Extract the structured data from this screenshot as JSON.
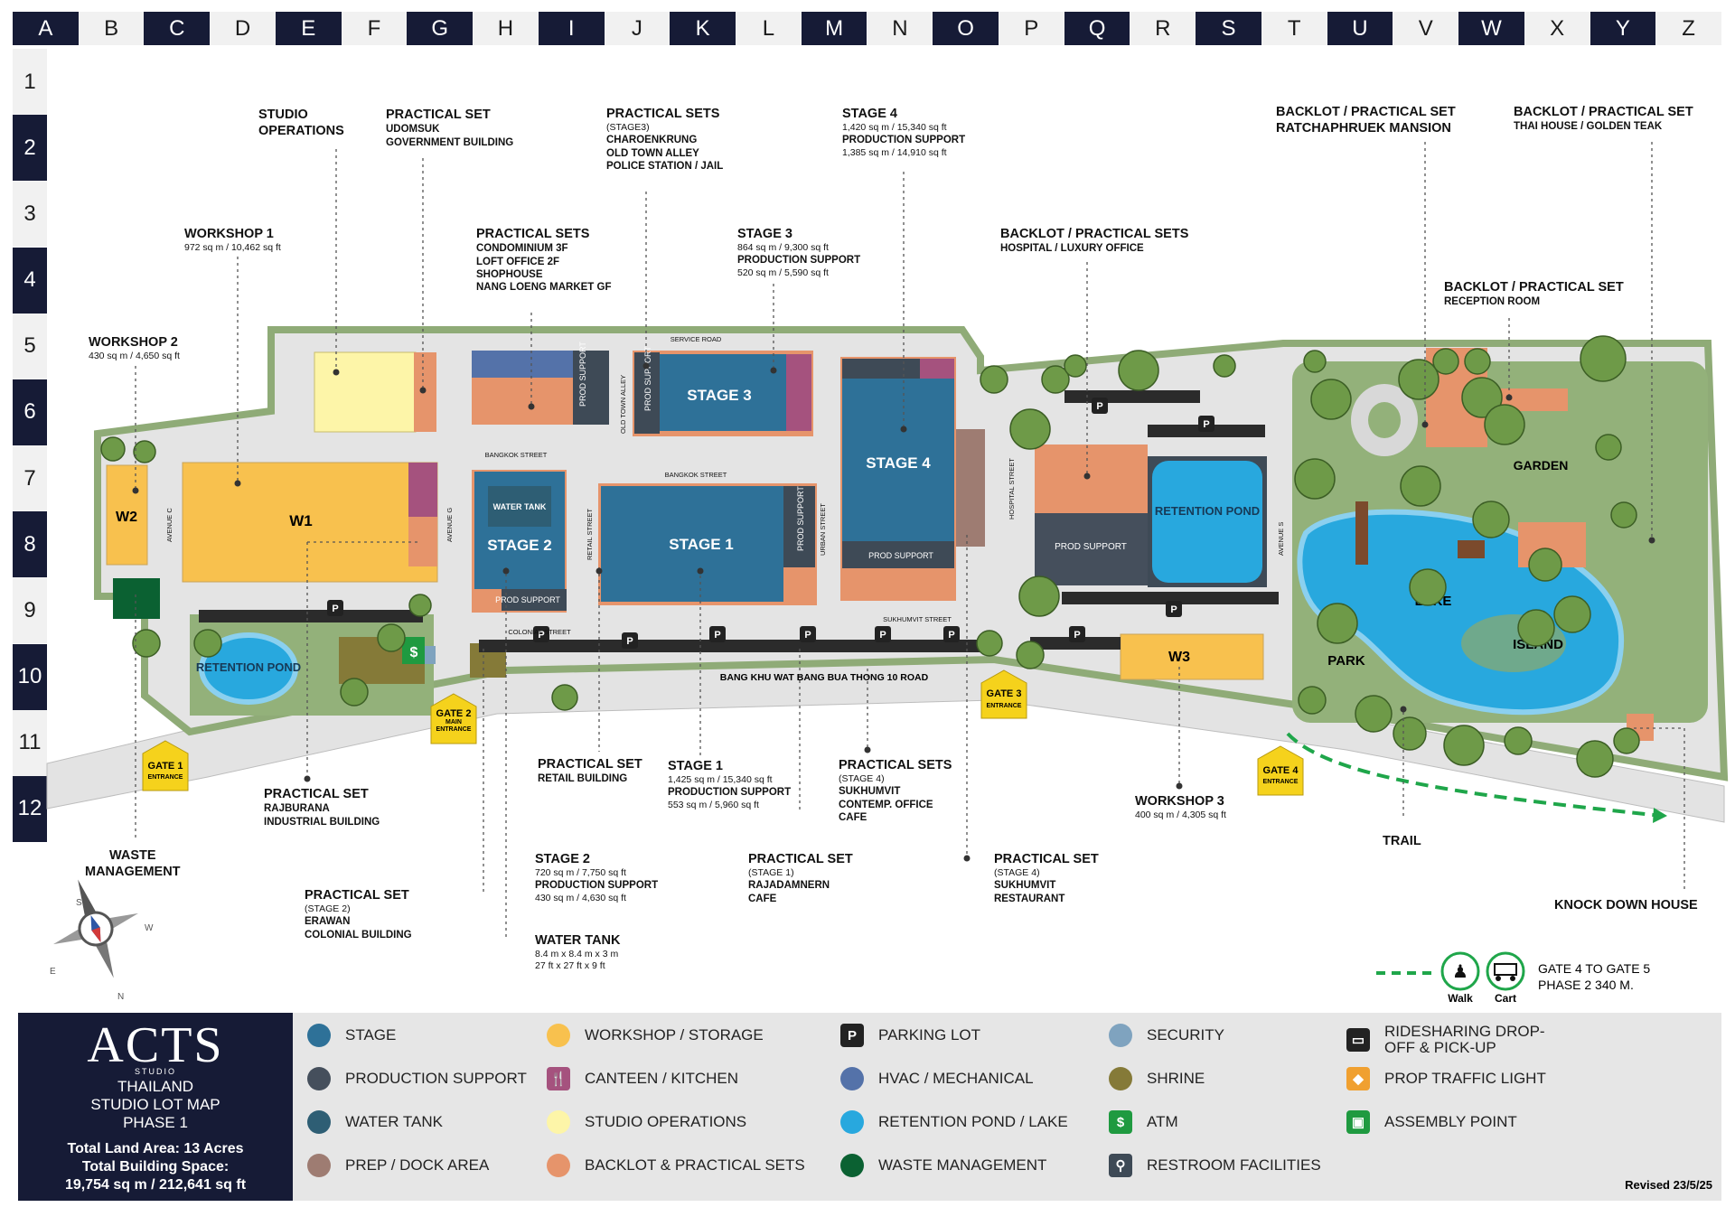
{
  "grid": {
    "columns": [
      "A",
      "B",
      "C",
      "D",
      "E",
      "F",
      "G",
      "H",
      "I",
      "J",
      "K",
      "L",
      "M",
      "N",
      "O",
      "P",
      "Q",
      "R",
      "S",
      "T",
      "U",
      "V",
      "W",
      "X",
      "Y",
      "Z"
    ],
    "rows": [
      "1",
      "2",
      "3",
      "4",
      "5",
      "6",
      "7",
      "8",
      "9",
      "10",
      "11",
      "12"
    ]
  },
  "buildings": {
    "w1": "W1",
    "w2": "W2",
    "w3": "W3",
    "stage1": "STAGE 1",
    "stage2": "STAGE 2",
    "stage3": "STAGE 3",
    "stage4": "STAGE 4",
    "water_tank": "WATER TANK",
    "prod_support": "PROD SUPPORT",
    "retention_pond": "RETENTION POND",
    "retention_pond_left": "RETENTION POND",
    "garden": "GARDEN",
    "lake": "LAKE",
    "island": "ISLAND",
    "park": "PARK"
  },
  "streets": {
    "service_road": "SERVICE ROAD",
    "bangkok_street_1": "BANGKOK STREET",
    "bangkok_street_2": "BANGKOK STREET",
    "colonial_street": "COLONIAL STREET",
    "sukhumvit_street": "SUKHUMVIT STREET",
    "main_road": "BANG KHU WAT BANG BUA THONG 10 ROAD",
    "avenue_c": "AVENUE C",
    "avenue_g": "AVENUE G",
    "retail_street": "RETAIL STREET",
    "urban_street": "URBAN STREET",
    "hospital_street": "HOSPITAL STREET",
    "avenue_s": "AVENUE S",
    "old_town_alley": "OLD TOWN ALLEY"
  },
  "gates": {
    "gate1": {
      "title": "GATE 1",
      "sub": "ENTRANCE"
    },
    "gate2": {
      "title": "GATE 2",
      "sub": "MAIN ENTRANCE"
    },
    "gate3": {
      "title": "GATE 3",
      "sub": "ENTRANCE"
    },
    "gate4": {
      "title": "GATE 4",
      "sub": "ENTRANCE"
    }
  },
  "callouts": {
    "studio_ops": [
      "STUDIO",
      "OPERATIONS"
    ],
    "udomsuk": {
      "title": "PRACTICAL SET",
      "lines": [
        "UDOMSUK",
        "GOVERNMENT BUILDING"
      ]
    },
    "charoenkrung": {
      "title": "PRACTICAL SETS",
      "note": "(STAGE3)",
      "lines": [
        "CHAROENKRUNG",
        "OLD TOWN ALLEY",
        "POLICE STATION / JAIL"
      ]
    },
    "stage4": {
      "title": "STAGE 4",
      "lines": [
        "1,420 sq m / 15,340 sq ft",
        "PRODUCTION SUPPORT",
        "1,385 sq m / 14,910 sq ft"
      ]
    },
    "ratchaphruek": {
      "title": "BACKLOT / PRACTICAL SET",
      "lines": [
        "RATCHAPHRUEK MANSION"
      ]
    },
    "thai_house": {
      "title": "BACKLOT / PRACTICAL SET",
      "lines": [
        "THAI HOUSE / GOLDEN TEAK"
      ]
    },
    "workshop1": {
      "title": "WORKSHOP 1",
      "lines": [
        "972 sq m / 10,462 sq ft"
      ]
    },
    "condominium": {
      "title": "PRACTICAL SETS",
      "lines": [
        "CONDOMINIUM 3F",
        "LOFT OFFICE 2F",
        "SHOPHOUSE",
        "NANG LOENG MARKET GF"
      ]
    },
    "stage3": {
      "title": "STAGE 3",
      "lines": [
        "864 sq m / 9,300 sq ft",
        "PRODUCTION SUPPORT",
        "520 sq m / 5,590 sq ft"
      ]
    },
    "hospital": {
      "title": "BACKLOT / PRACTICAL SETS",
      "lines": [
        "HOSPITAL / LUXURY OFFICE"
      ]
    },
    "reception": {
      "title": "BACKLOT / PRACTICAL SET",
      "lines": [
        "RECEPTION ROOM"
      ]
    },
    "workshop2": {
      "title": "WORKSHOP 2",
      "lines": [
        "430 sq m / 4,650 sq ft"
      ]
    },
    "retail": {
      "title": "PRACTICAL SET",
      "lines": [
        "RETAIL BUILDING"
      ]
    },
    "stage1": {
      "title": "STAGE 1",
      "lines": [
        "1,425 sq m / 15,340 sq ft",
        "PRODUCTION SUPPORT",
        "553 sq m / 5,960 sq ft"
      ]
    },
    "sukhumvit_office": {
      "title": "PRACTICAL SETS",
      "note": "(STAGE 4)",
      "lines": [
        "SUKHUMVIT",
        "CONTEMP. OFFICE",
        "CAFE"
      ]
    },
    "workshop3": {
      "title": "WORKSHOP 3",
      "lines": [
        "400 sq m / 4,305 sq ft"
      ]
    },
    "rajburana": {
      "title": "PRACTICAL SET",
      "lines": [
        "RAJBURANA",
        "INDUSTRIAL BUILDING"
      ]
    },
    "waste": [
      "WASTE",
      "MANAGEMENT"
    ],
    "stage2": {
      "title": "STAGE 2",
      "lines": [
        "720 sq m / 7,750 sq ft",
        "PRODUCTION SUPPORT",
        "430 sq m / 4,630 sq ft"
      ]
    },
    "rajadamnern": {
      "title": "PRACTICAL SET",
      "note": "(STAGE 1)",
      "lines": [
        "RAJADAMNERN",
        "CAFE"
      ]
    },
    "sukhumvit_rest": {
      "title": "PRACTICAL SET",
      "note": "(STAGE 4)",
      "lines": [
        "SUKHUMVIT",
        "RESTAURANT"
      ]
    },
    "trail": "TRAIL",
    "knock_down": "KNOCK DOWN HOUSE",
    "erawan": {
      "title": "PRACTICAL SET",
      "note": "(STAGE 2)",
      "lines": [
        "ERAWAN",
        "COLONIAL BUILDING"
      ]
    },
    "water_tank": {
      "title": "WATER TANK",
      "lines": [
        "8.4 m x 8.4 m x 3 m",
        "27 ft x 27 ft x 9 ft"
      ]
    }
  },
  "compass": {
    "n": "N",
    "s": "S",
    "e": "E",
    "w": "W"
  },
  "route": {
    "walk": "Walk",
    "cart": "Cart",
    "line1": "GATE 4 TO GATE 5",
    "line2": "PHASE 2 340 M."
  },
  "brand": {
    "logo": "ACTS",
    "logo_sub": "STUDIO",
    "country": "THAILAND",
    "line1": "STUDIO LOT MAP",
    "line2": "PHASE 1",
    "land": "Total Land Area: 13 Acres",
    "space_label": "Total Building Space:",
    "space_value": "19,754 sq m / 212,641 sq ft"
  },
  "legend": [
    {
      "label": "STAGE",
      "color": "#2e7198"
    },
    {
      "label": "PRODUCTION SUPPORT",
      "color": "#454f5c"
    },
    {
      "label": "WATER TANK",
      "color": "#2e5e74"
    },
    {
      "label": "PREP / DOCK AREA",
      "color": "#9e7c72"
    },
    {
      "label": "WORKSHOP / STORAGE",
      "color": "#f8c14e"
    },
    {
      "label": "CANTEEN / KITCHEN",
      "color": "#a5527e",
      "icon": "canteen-icon"
    },
    {
      "label": "STUDIO OPERATIONS",
      "color": "#fdf5a8"
    },
    {
      "label": "BACKLOT & PRACTICAL SETS",
      "color": "#e6946b"
    },
    {
      "label": "PARKING LOT",
      "color": "#222222",
      "icon": "parking-icon"
    },
    {
      "label": "HVAC / MECHANICAL",
      "color": "#5472a9"
    },
    {
      "label": "RETENTION POND / LAKE",
      "color": "#28a8de"
    },
    {
      "label": "WASTE MANAGEMENT",
      "color": "#0b6132"
    },
    {
      "label": "SECURITY",
      "color": "#7fa3bf"
    },
    {
      "label": "SHRINE",
      "color": "#857a38"
    },
    {
      "label": "ATM",
      "color": "#1f9a40",
      "icon": "atm-icon"
    },
    {
      "label": "RESTROOM FACILITIES",
      "color": "#3e4a56",
      "icon": "restroom-icon"
    },
    {
      "label": "RIDESHARING DROP-OFF & PICK-UP",
      "color": "#222222",
      "icon": "rideshare-icon"
    },
    {
      "label": "PROP TRAFFIC LIGHT",
      "color": "#f0a030",
      "icon": "traffic-light-icon"
    },
    {
      "label": "ASSEMBLY POINT",
      "color": "#1f9a40",
      "icon": "assembly-point-icon"
    }
  ],
  "revised": "Revised 23/5/25"
}
